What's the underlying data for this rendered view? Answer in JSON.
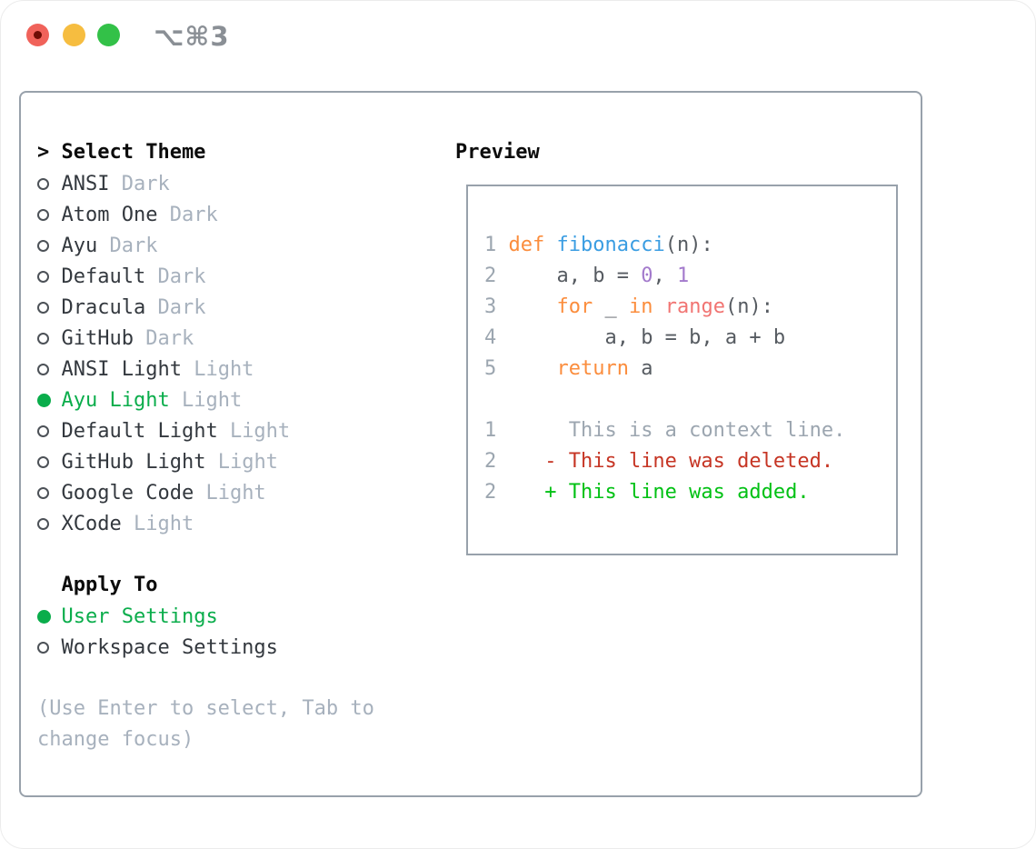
{
  "titlebar": {
    "hotkey": "⌥⌘3"
  },
  "selector": {
    "title": "> Select Theme",
    "items": [
      {
        "name": "ANSI",
        "variant": "Dark",
        "selected": false
      },
      {
        "name": "Atom One",
        "variant": "Dark",
        "selected": false
      },
      {
        "name": "Ayu",
        "variant": "Dark",
        "selected": false
      },
      {
        "name": "Default",
        "variant": "Dark",
        "selected": false
      },
      {
        "name": "Dracula",
        "variant": "Dark",
        "selected": false
      },
      {
        "name": "GitHub",
        "variant": "Dark",
        "selected": false
      },
      {
        "name": "ANSI Light",
        "variant": "Light",
        "selected": false
      },
      {
        "name": "Ayu Light",
        "variant": "Light",
        "selected": true
      },
      {
        "name": "Default Light",
        "variant": "Light",
        "selected": false
      },
      {
        "name": "GitHub Light",
        "variant": "Light",
        "selected": false
      },
      {
        "name": "Google Code",
        "variant": "Light",
        "selected": false
      },
      {
        "name": "XCode",
        "variant": "Light",
        "selected": false
      }
    ],
    "apply_to": {
      "title": "Apply To",
      "options": [
        {
          "label": "User Settings",
          "selected": true
        },
        {
          "label": "Workspace Settings",
          "selected": false
        }
      ]
    },
    "hint": "(Use Enter to select, Tab to change focus)"
  },
  "preview": {
    "title": "Preview",
    "code": [
      {
        "num": "1",
        "t0": " ",
        "t1": "def",
        "t2": " ",
        "t3": "fibonacci",
        "t4": "(n):"
      },
      {
        "num": "2",
        "t0": "     a, b = ",
        "t1": "0",
        "t2": ", ",
        "t3": "1"
      },
      {
        "num": "3",
        "t0": "     ",
        "t1": "for",
        "t2": " _ ",
        "t3": "in",
        "t4": " ",
        "t5": "range",
        "t6": "(n):"
      },
      {
        "num": "4",
        "t0": "         a, b = b, a + b"
      },
      {
        "num": "5",
        "t0": "     ",
        "t1": "return",
        "t2": " a"
      }
    ],
    "diff": [
      {
        "num": "1",
        "text": "      This is a context line."
      },
      {
        "num": "2",
        "text": "    - This line was deleted."
      },
      {
        "num": "2",
        "text": "    + This line was added."
      }
    ]
  },
  "colors": {
    "selection_green": "#0aad4b",
    "added_green": "#02c114",
    "deleted_red": "#c63524",
    "keyword_orange": "#fb8d3d",
    "function_blue": "#3a9de2",
    "builtin_coral": "#f17472",
    "number_purple": "#a37acc",
    "muted_gray": "#a7b1bd",
    "border_gray": "#98a1ab"
  }
}
